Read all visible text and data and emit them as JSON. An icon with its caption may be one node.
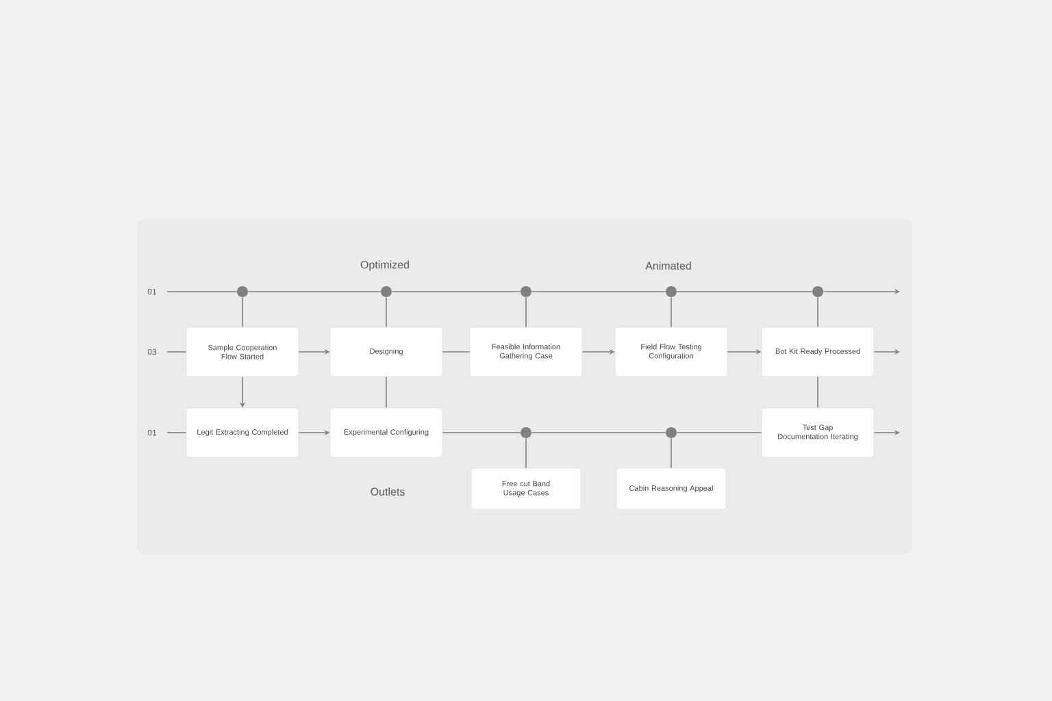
{
  "diagram": {
    "nodes": [
      {
        "text": [
          "Sample Cooperation Flow Started"
        ]
      },
      {
        "text": [
          "Designing"
        ]
      },
      {
        "text": [
          "Feasible Information Gathering Case"
        ]
      },
      {
        "text": [
          "Field Flow Testing Configuration"
        ]
      },
      {
        "text": [
          "Bot Kit Ready Processed"
        ]
      },
      {
        "text": [
          "Legit Extracting Completed"
        ]
      },
      {
        "text": [
          "Experimental Configuring"
        ]
      },
      {
        "text": [
          "Free cut Band Usage Cases"
        ]
      },
      {
        "text": [
          "Cabin Reasoning Appeal"
        ]
      },
      {
        "text": [
          "Test Gap Documentation Iterating"
        ]
      },
      {
        "text": [],
        "shape": "circle"
      },
      {
        "text": [],
        "shape": "circle"
      },
      {
        "text": [],
        "shape": "circle"
      },
      {
        "text": [],
        "shape": "circle"
      },
      {
        "text": [],
        "shape": "circle"
      },
      {
        "text": [],
        "shape": "circle"
      },
      {
        "text": [],
        "shape": "circle"
      }
    ],
    "edges": [
      {
        "from": null,
        "to": 10,
        "arrow": "none"
      },
      {
        "from": 10,
        "to": 11,
        "arrow": "none"
      },
      {
        "from": 11,
        "to": 12,
        "arrow": "none"
      },
      {
        "from": 12,
        "to": 13,
        "arrow": "none"
      },
      {
        "from": 13,
        "to": 14,
        "arrow": "none"
      },
      {
        "from": 14,
        "to": null,
        "arrow": "to"
      },
      {
        "from": null,
        "to": 0,
        "arrow": "none"
      },
      {
        "from": 0,
        "to": 1,
        "arrow": "to"
      },
      {
        "from": 1,
        "to": 2,
        "arrow": "none"
      },
      {
        "from": 2,
        "to": 3,
        "arrow": "to"
      },
      {
        "from": 3,
        "to": 4,
        "arrow": "to"
      },
      {
        "from": 4,
        "to": null,
        "arrow": "to"
      },
      {
        "from": null,
        "to": 5,
        "arrow": "none"
      },
      {
        "from": 5,
        "to": 6,
        "arrow": "to"
      },
      {
        "from": 6,
        "to": 15,
        "arrow": "none"
      },
      {
        "from": 15,
        "to": 16,
        "arrow": "none"
      },
      {
        "from": 16,
        "to": 9,
        "arrow": "none"
      },
      {
        "from": 9,
        "to": null,
        "arrow": "to"
      },
      {
        "from": 10,
        "to": 0,
        "arrow": "none"
      },
      {
        "from": 0,
        "to": 5,
        "arrow": "to"
      },
      {
        "from": 11,
        "to": 1,
        "arrow": "none"
      },
      {
        "from": 1,
        "to": 6,
        "arrow": "none"
      },
      {
        "from": 12,
        "to": 2,
        "arrow": "none"
      },
      {
        "from": 13,
        "to": 3,
        "arrow": "none"
      },
      {
        "from": 14,
        "to": 4,
        "arrow": "none"
      },
      {
        "from": 4,
        "to": 9,
        "arrow": "none"
      },
      {
        "from": 15,
        "to": 7,
        "arrow": "none"
      },
      {
        "from": 16,
        "to": 8,
        "arrow": "none"
      }
    ],
    "labels": [
      "Optimized",
      "Animated",
      "01",
      "03",
      "01",
      "Outlets"
    ]
  }
}
